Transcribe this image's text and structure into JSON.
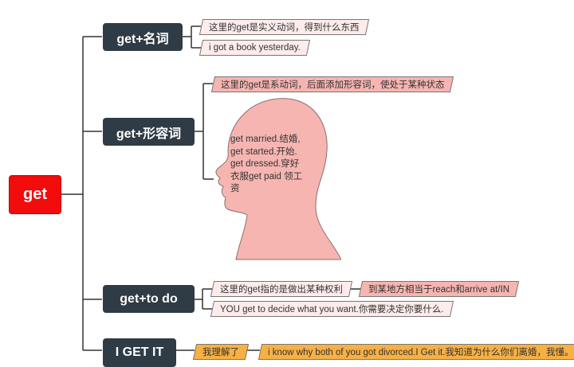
{
  "root": {
    "label": "get"
  },
  "branches": [
    {
      "label": "get+名词",
      "items": [
        "这里的get是实义动词，得到什么东西",
        "i got a book yesterday."
      ]
    },
    {
      "label": "get+形容词",
      "items": [
        "这里的get是系动词，后面添加形容词，使处于某种状态"
      ],
      "head_text": "get married.结婚, get started.开始. get dressed.穿好衣服get paid 领工资"
    },
    {
      "label": "get+to  do",
      "items": [
        "这里的get指的是做出某种权利",
        "YOU get to decide what you want.你需要决定你要什么."
      ],
      "sub_item": "到某地方相当于reach和arrive at/IN"
    },
    {
      "label": "I GET IT",
      "items": [
        "我理解了"
      ],
      "sub_item": "i know why both of you got divorced.I Get it.我知道为什么你们离婚，我懂。"
    }
  ],
  "colors": {
    "root": "#f20c0c",
    "branch": "#2f3b45",
    "pink": "#f6b5b1",
    "light": "#fdeceb",
    "orange": "#f7b044",
    "line": "#333333"
  }
}
